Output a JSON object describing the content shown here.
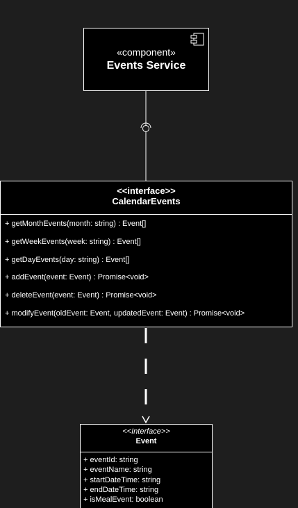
{
  "component": {
    "stereotype": "«component»",
    "name": "Events Service"
  },
  "calendar_interface": {
    "stereotype": "<<interface>>",
    "name": "CalendarEvents",
    "methods": [
      "+ getMonthEvents(month: string) : Event[]",
      "+ getWeekEvents(week: string) : Event[]",
      "+ getDayEvents(day: string) : Event[]",
      "+ addEvent(event: Event) : Promise<void>",
      "+ deleteEvent(event: Event) : Promise<void>",
      "+ modifyEvent(oldEvent: Event, updatedEvent: Event) : Promise<void>"
    ]
  },
  "event_interface": {
    "stereotype": "<<Interface>>",
    "name": "Event",
    "attributes": [
      "+ eventId: string",
      "+ eventName: string",
      "+ startDateTime: string",
      "+ endDateTime: string",
      "+ isMealEvent: boolean"
    ]
  },
  "colors": {
    "background": "#1e1e1e",
    "box_fill": "#000000",
    "stroke": "#ffffff"
  }
}
